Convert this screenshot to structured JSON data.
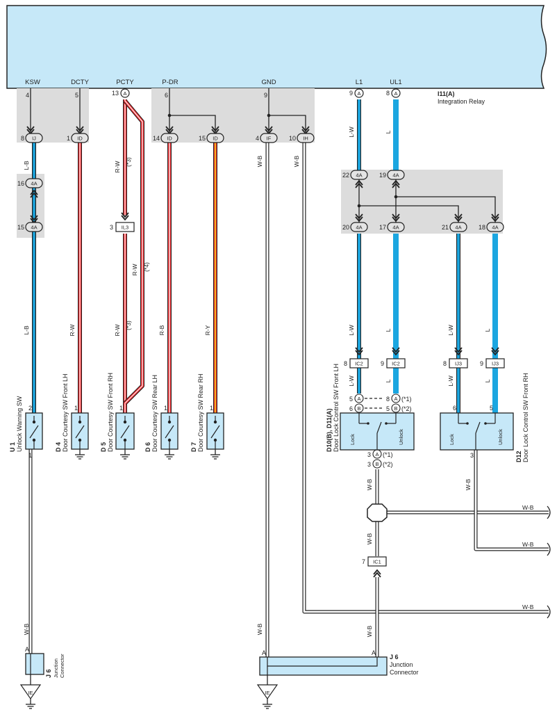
{
  "relay": {
    "id": "I11(A)",
    "name": "Integration Relay",
    "signals": [
      "KSW",
      "DCTY",
      "PCTY",
      "P-DR",
      "GND",
      "L1",
      "UL1"
    ],
    "pins": [
      "4",
      "5",
      "13",
      "6",
      "9",
      "9",
      "8"
    ]
  },
  "connectors": {
    "ij": "IJ",
    "id": "ID",
    "if": "IF",
    "ih": "IH",
    "a4": "4A",
    "il3": "IL3",
    "ic2": "IC2",
    "ij3": "IJ3",
    "ic1": "IC1",
    "ie": "IE",
    "a": "A",
    "b": "B"
  },
  "pins": {
    "p8": "8",
    "p1": "1",
    "p14": "14",
    "p15": "15",
    "p4": "4",
    "p10": "10",
    "p16": "16",
    "p3": "3",
    "p22": "22",
    "p19": "19",
    "p20": "20",
    "p17": "17",
    "p21": "21",
    "p18": "18",
    "p9": "9",
    "p5": "5",
    "p6": "6",
    "p2": "2",
    "p7": "7",
    "pA": "A"
  },
  "wire_colors": {
    "lb": "L-B",
    "rw": "R-W",
    "rb": "R-B",
    "ry": "R-Y",
    "wb": "W-B",
    "lw": "L-W",
    "l": "L"
  },
  "notes": {
    "n1": "(*1)",
    "n2": "(*2)",
    "n3": "(*3)",
    "n4": "(*4)"
  },
  "components": {
    "u1": {
      "id": "U 1",
      "name": "Unlock Warning SW"
    },
    "d4": {
      "id": "D 4",
      "name": "Door Courtesy SW Front LH"
    },
    "d5": {
      "id": "D 5",
      "name": "Door Courtesy SW Front RH"
    },
    "d6": {
      "id": "D 6",
      "name": "Door Courtesy SW Rear LH"
    },
    "d7": {
      "id": "D 7",
      "name": "Door Courtesy SW Rear RH"
    },
    "d10": {
      "id": "D10(B), D11(A)",
      "name": "Door Lock Control SW Front LH"
    },
    "d12": {
      "id": "D12",
      "name": "Door Lock Control SW Front RH"
    },
    "j6": {
      "id": "J 6",
      "name1": "Junction",
      "name2": "Connector"
    }
  },
  "switch_labels": {
    "lock": "Lock",
    "unlock": "Unlock"
  },
  "colors": {
    "relay_fill": "#c6e8f8",
    "gray_block": "#dcdcdc",
    "blue_wire": "#1ba6e0",
    "red_wire": "#e8282c",
    "yellow_wire": "#f3d21c"
  }
}
